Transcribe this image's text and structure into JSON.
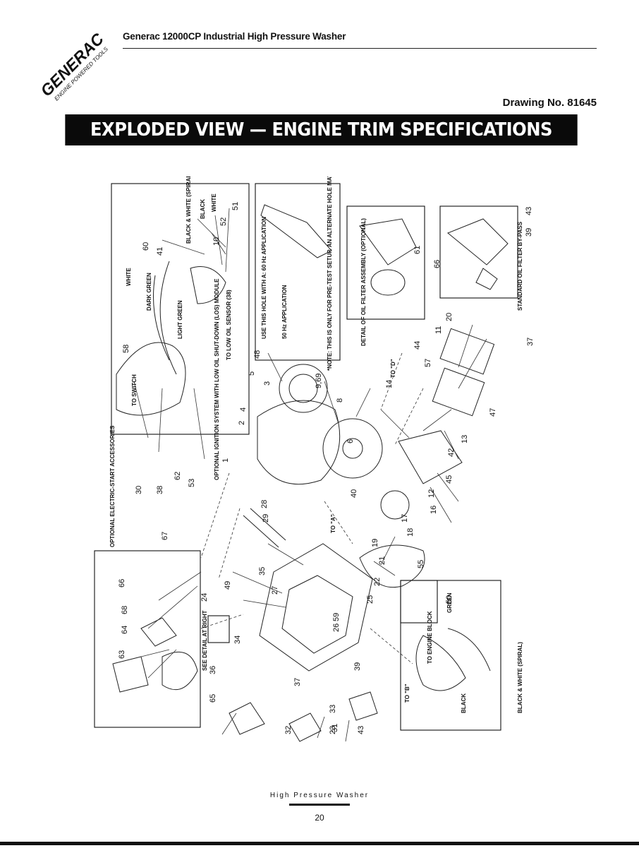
{
  "header": {
    "brand_logo_text": "GENERAC",
    "brand_logo_subtext": "ENGINE POWERED TOOLS",
    "title": "Generac 12000CP Industrial High Pressure Washer"
  },
  "drawing_number": "Drawing No. 81645",
  "banner_title": "EXPLODED VIEW — ENGINE TRIM SPECIFICATIONS",
  "diagram": {
    "box_labels": {
      "optional_electric_start": "OPTIONAL ELECTRIC-START ACCESSORIES",
      "optional_ignition": "OPTIONAL IGNITION SYSTEM WITH LOW OIL SHUT-DOWN (LOS) MODULE",
      "hole_60hz": "USE THIS HOLE WITH A: 60 Hz APPLICATION",
      "hole_50hz": "50 Hz APPLICATION",
      "note": "*NOTE: THIS IS ONLY FOR PRE-TEST SETUP. AN ALTERNATE HOLE MAY BE NEEDED TO ACHIEVE THE PROPER SETTING.",
      "oil_filter_detail": "DETAIL OF OIL FILTER ASSEMBLY (OPTIONAL)",
      "standard_oil_filter": "STANDARD OIL FILTER BY-PASS",
      "see_detail": "SEE DETAIL AT RIGHT",
      "to_switch": "TO SWITCH",
      "to_low_oil_sensor": "TO LOW OIL SENSOR (38)",
      "to_engine_block": "TO ENGINE BLOCK",
      "wire_white": "WHITE",
      "wire_dark_green": "DARK GREEN",
      "wire_light_green": "LIGHT GREEN",
      "wire_black_white_spiral": "BLACK & WHITE (SPIRAL)",
      "wire_black": "BLACK",
      "wire_green": "GREEN",
      "to_d": "TO \"D\"",
      "to_a": "TO \"A\"",
      "to_b": "TO \"B\""
    },
    "part_numbers": [
      "60",
      "41",
      "10",
      "52",
      "51",
      "58",
      "30",
      "38",
      "62",
      "53",
      "48",
      "5",
      "3",
      "4",
      "2",
      "1",
      "9,69",
      "8",
      "6",
      "14",
      "44",
      "57",
      "11",
      "20",
      "47",
      "13",
      "42",
      "45",
      "12",
      "16",
      "17",
      "18",
      "40",
      "19",
      "21",
      "22",
      "25",
      "26",
      "59",
      "35",
      "27",
      "49",
      "28",
      "29",
      "39",
      "34",
      "36",
      "37",
      "33",
      "31",
      "43",
      "23",
      "32",
      "65",
      "67",
      "66",
      "68",
      "64",
      "63",
      "24",
      "55",
      "50",
      "61",
      "66",
      "43",
      "39",
      "37"
    ]
  },
  "footer": {
    "caption": "High Pressure Washer",
    "page_number": "20"
  }
}
